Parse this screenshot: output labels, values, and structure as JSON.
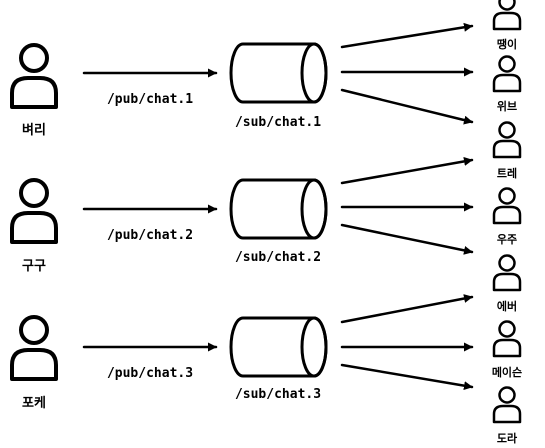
{
  "publishers": [
    {
      "name": "벼리",
      "publish_label": "/pub/chat.1",
      "channel_label": "/sub/chat.1"
    },
    {
      "name": "구구",
      "publish_label": "/pub/chat.2",
      "channel_label": "/sub/chat.2"
    },
    {
      "name": "포케",
      "publish_label": "/pub/chat.3",
      "channel_label": "/sub/chat.3"
    }
  ],
  "subscribers": [
    {
      "name": "땡이"
    },
    {
      "name": "위브"
    },
    {
      "name": "트레"
    },
    {
      "name": "우주"
    },
    {
      "name": "에버"
    },
    {
      "name": "메이슨"
    },
    {
      "name": "도라"
    }
  ]
}
